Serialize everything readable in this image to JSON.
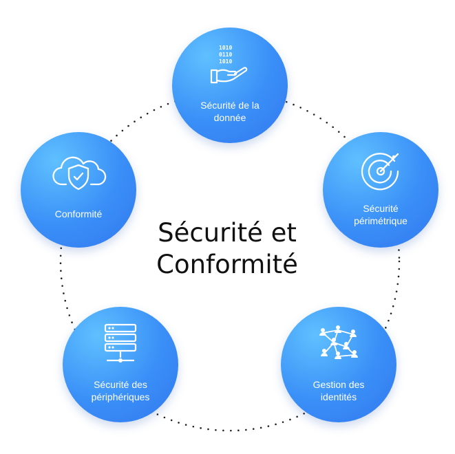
{
  "title": {
    "line1": "Sécurité et",
    "line2": "Conformité"
  },
  "nodes": [
    {
      "id": "data-security",
      "label_line1": "Sécurité de la",
      "label_line2": "donnée",
      "icon": "hand-binary-data-icon"
    },
    {
      "id": "perimeter-security",
      "label_line1": "Sécurité",
      "label_line2": "périmétrique",
      "icon": "radar-icon"
    },
    {
      "id": "identity-management",
      "label_line1": "Gestion des",
      "label_line2": "identités",
      "icon": "network-users-icon"
    },
    {
      "id": "device-security",
      "label_line1": "Sécurité des",
      "label_line2": "périphériques",
      "icon": "server-stack-icon"
    },
    {
      "id": "compliance",
      "label_line1": "Conformité",
      "label_line2": "",
      "icon": "cloud-shield-check-icon"
    }
  ],
  "colors": {
    "node_fill": "#3a8ff7",
    "node_highlight": "#5fc0ff",
    "title_text": "#111111",
    "node_text": "#ffffff",
    "ring_dots": "#222222"
  }
}
